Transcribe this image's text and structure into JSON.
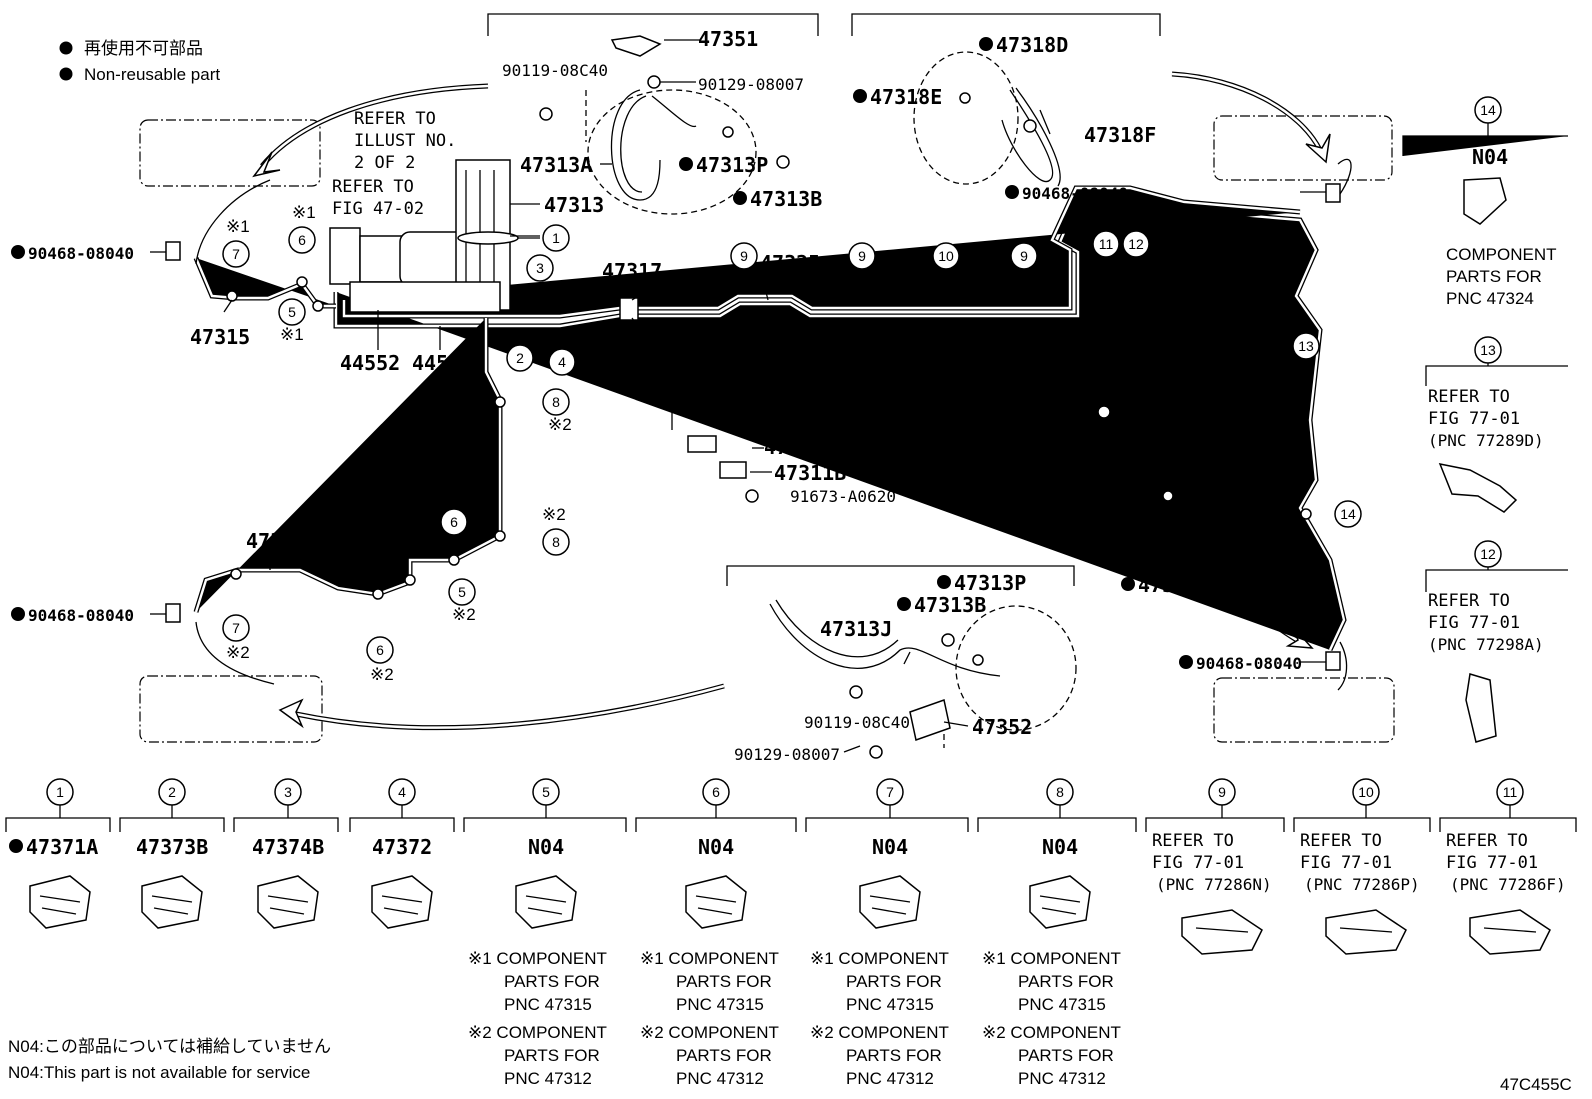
{
  "legend": {
    "jp": "再使用不可部品",
    "en": "Non-reusable part"
  },
  "notes": {
    "jp": "N04:この部品については補給していません",
    "en": "N04:This part is not available for service"
  },
  "figure_id": "47C455C",
  "callouts": {
    "p47351": "47351",
    "p90119a": "90119-08C40",
    "p90129a": "90129-08007",
    "p47313A": "47313A",
    "p47313P": "47313P",
    "p47313B": "47313B",
    "p47313": "47313",
    "refer_illust": [
      "REFER TO",
      "ILLUST NO.",
      "2 OF 2"
    ],
    "refer_fig4702": [
      "REFER TO",
      "FIG 47-02"
    ],
    "p90468": "90468-08040",
    "p47315": "47315",
    "p44552": "44552",
    "p44551": "44551",
    "p47317": "47317",
    "p47316": "47316",
    "p47325": "47325",
    "p47324": "47324",
    "p47318D": "47318D",
    "p47318E": "47318E",
    "p47318F": "47318F",
    "p47312E": "47312E",
    "p47311B": "47311B",
    "p91673": "91673-A0620",
    "p47319F": "47319F",
    "p47312": "47312",
    "p47313J": "47313J",
    "p47352": "47352",
    "mark1": "※1",
    "mark2": "※2"
  },
  "right_column": {
    "c14": {
      "num": "14",
      "code": "N04",
      "text": [
        "COMPONENT",
        "PARTS FOR",
        "PNC 47324"
      ]
    },
    "c13": {
      "num": "13",
      "text": [
        "REFER TO",
        "FIG 77-01",
        "(PNC 77289D)"
      ]
    },
    "c12": {
      "num": "12",
      "text": [
        "REFER TO",
        "FIG 77-01",
        "(PNC 77298A)"
      ]
    }
  },
  "bottom_parts": [
    {
      "num": "1",
      "label": "47371A",
      "dot": true
    },
    {
      "num": "2",
      "label": "47373B"
    },
    {
      "num": "3",
      "label": "47374B"
    },
    {
      "num": "4",
      "label": "47372"
    },
    {
      "num": "5",
      "label": "N04",
      "note1": [
        "※1 COMPONENT",
        "PARTS FOR",
        "PNC 47315"
      ],
      "note2": [
        "※2 COMPONENT",
        "PARTS FOR",
        "PNC 47312"
      ]
    },
    {
      "num": "6",
      "label": "N04",
      "note1": [
        "※1 COMPONENT",
        "PARTS FOR",
        "PNC 47315"
      ],
      "note2": [
        "※2 COMPONENT",
        "PARTS FOR",
        "PNC 47312"
      ]
    },
    {
      "num": "7",
      "label": "N04",
      "note1": [
        "※1 COMPONENT",
        "PARTS FOR",
        "PNC 47315"
      ],
      "note2": [
        "※2 COMPONENT",
        "PARTS FOR",
        "PNC 47312"
      ]
    },
    {
      "num": "8",
      "label": "N04",
      "note1": [
        "※1 COMPONENT",
        "PARTS FOR",
        "PNC 47315"
      ],
      "note2": [
        "※2 COMPONENT",
        "PARTS FOR",
        "PNC 47312"
      ]
    },
    {
      "num": "9",
      "ref": [
        "REFER TO",
        "FIG 77-01",
        "(PNC 77286N)"
      ]
    },
    {
      "num": "10",
      "ref": [
        "REFER TO",
        "FIG 77-01",
        "(PNC 77286P)"
      ]
    },
    {
      "num": "11",
      "ref": [
        "REFER TO",
        "FIG 77-01",
        "(PNC 77286F)"
      ]
    }
  ],
  "diagram_circles": [
    "1",
    "2",
    "3",
    "4",
    "5",
    "6",
    "7",
    "8",
    "9",
    "10",
    "11",
    "12",
    "13",
    "14"
  ]
}
